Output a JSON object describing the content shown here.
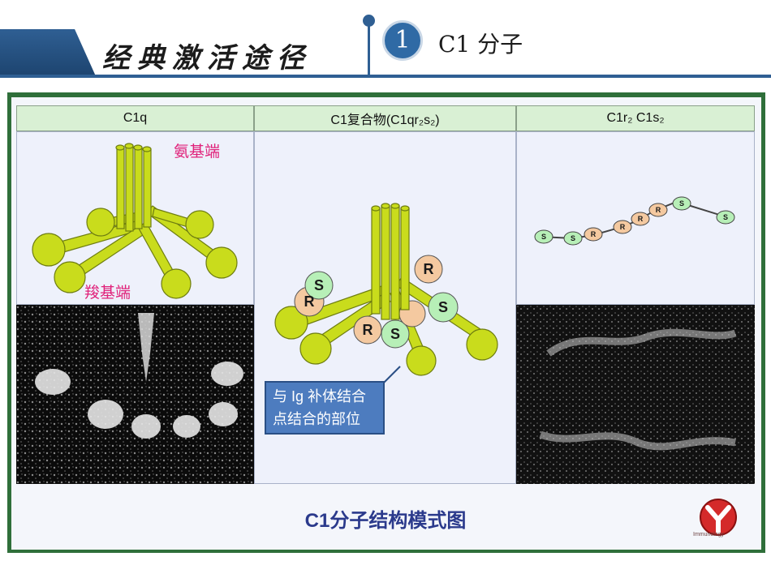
{
  "header": {
    "title": "经典激活途径",
    "section_number": "1",
    "section_title": "C1 分子"
  },
  "figure": {
    "columns": [
      {
        "label": "C1q"
      },
      {
        "label": "C1复合物(C1qr₂s₂)"
      },
      {
        "label": "C1r₂ C1s₂"
      }
    ],
    "labels": {
      "amino_end": "氨基端",
      "carboxyl_end": "羧基端"
    },
    "callout": {
      "line1": "与 Ig 补体结合",
      "line2": "点结合的部位"
    },
    "subunit_letters": {
      "r": "R",
      "s": "S"
    },
    "caption": "C1分子结构模式图",
    "logo_text": "Immunology"
  },
  "colors": {
    "accent_blue": "#2f5f93",
    "frame_green": "#2f6f3a",
    "stalk_green": "#c9dc1c",
    "header_green": "#d9f0d4",
    "r_subunit": "#f4c9a0",
    "s_subunit": "#b7efb7",
    "callout_blue": "#4d7cbf",
    "pink_label": "#e0217a",
    "caption_blue": "#2b3a8c"
  }
}
